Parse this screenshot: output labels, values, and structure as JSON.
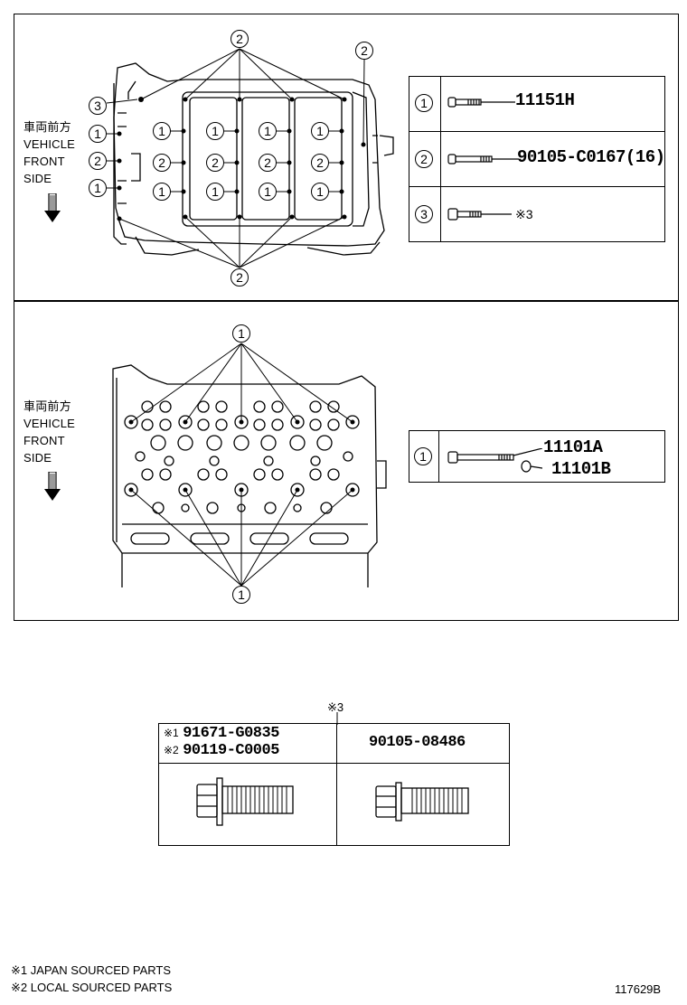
{
  "top_panel": {
    "side_label": [
      "車両前方",
      "VEHICLE",
      "FRONT",
      "SIDE"
    ],
    "callouts": [
      "1",
      "2",
      "3"
    ],
    "legend": [
      {
        "num": "1",
        "part": "11151H"
      },
      {
        "num": "2",
        "part": "90105-C0167(16)"
      },
      {
        "num": "3",
        "part": "※3"
      }
    ]
  },
  "bottom_panel": {
    "side_label": [
      "車両前方",
      "VEHICLE",
      "FRONT",
      "SIDE"
    ],
    "callouts": [
      "1"
    ],
    "legend": {
      "num": "1",
      "part_a": "11101A",
      "part_b": "11101B"
    }
  },
  "ref_table": {
    "ref_mark": "※3",
    "left_header": [
      {
        "mark": "※1",
        "part": "91671-G0835"
      },
      {
        "mark": "※2",
        "part": "90119-C0005"
      }
    ],
    "right_header": "90105-08486"
  },
  "footnotes": [
    "※1 JAPAN SOURCED PARTS",
    "※2 LOCAL SOURCED PARTS"
  ],
  "figure_id": "117629B"
}
